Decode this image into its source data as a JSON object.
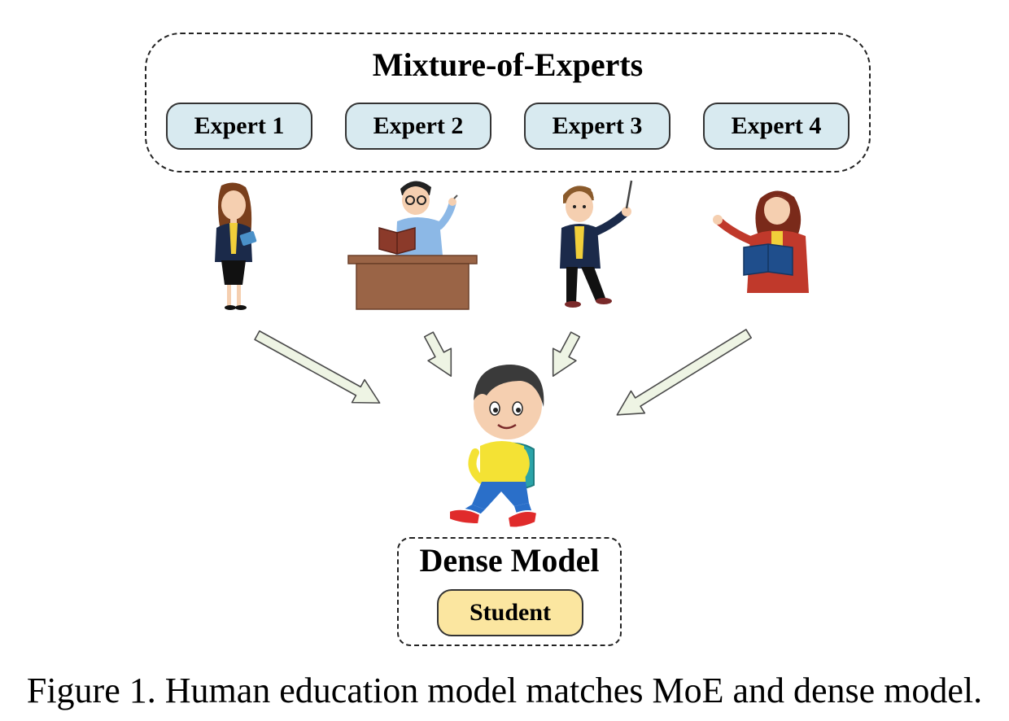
{
  "diagram": {
    "moe_group": {
      "title": "Mixture-of-Experts",
      "experts": [
        "Expert 1",
        "Expert 2",
        "Expert 3",
        "Expert 4"
      ]
    },
    "dense_group": {
      "title": "Dense Model",
      "student_label": "Student"
    },
    "caption": "Figure 1. Human education model matches MoE and dense model.",
    "colors": {
      "expert_fill": "#d8eaf0",
      "student_fill": "#fbe6a0",
      "arrow_fill": "#eef4e4",
      "arrow_stroke": "#4a4a4a"
    },
    "illustrations": [
      "teacher-woman-icon",
      "teacher-at-desk-icon",
      "teacher-pointer-icon",
      "teacher-with-book-icon",
      "student-boy-icon"
    ]
  }
}
